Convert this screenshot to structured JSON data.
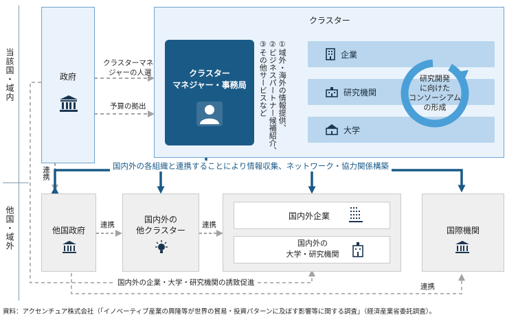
{
  "row_labels": {
    "domestic": "当該国・域内",
    "foreign": "他国・域外"
  },
  "government": {
    "label": "政府"
  },
  "flows": {
    "manager_dispatch": [
      "クラスターマネ",
      "ジャーの人選"
    ],
    "budget": "予算の拠出",
    "renkei_left": "連携",
    "renkei_a": "連携",
    "renkei_b": "連携",
    "renkei_bottom_right": "連携",
    "invitation": "国内外の企業・大学・研究機関の誘致促進"
  },
  "cluster": {
    "title": "クラスター",
    "secretariat": [
      "クラスター",
      "マネジャー・事務局"
    ],
    "services": [
      "①域外・海外の情報提供、",
      "②ビジネスパートナー候補紹介、",
      "③その他サービスなど"
    ],
    "members": [
      "企業",
      "研究機関",
      "大学"
    ],
    "consortium": [
      "研究開発",
      "に向けた",
      "コンソーシアム",
      "の形成"
    ]
  },
  "network_banner": "国内外の各組織と連携することにより情報収集、ネットワーク・協力関係構築",
  "bottom": {
    "foreign_gov": "他国政府",
    "other_cluster": [
      "国内外の",
      "他クラスター"
    ],
    "intl_company": "国内外企業",
    "intl_univ": [
      "国内外の",
      "大学・研究機関"
    ],
    "intl_org": "国際機関"
  },
  "source": "資料：アクセンチュア株式会社（「イノベーティブ産業の興隆等が世界の貿易・投資パターンに及ぼす影響等に関する調査」（経済産業省委託調査）。",
  "colors": {
    "navy": "#1a5a87",
    "light_box": "#eaf3fb",
    "bar": "#b9d6ee",
    "ring": "#4a9fd8",
    "gray": "#efefef"
  }
}
